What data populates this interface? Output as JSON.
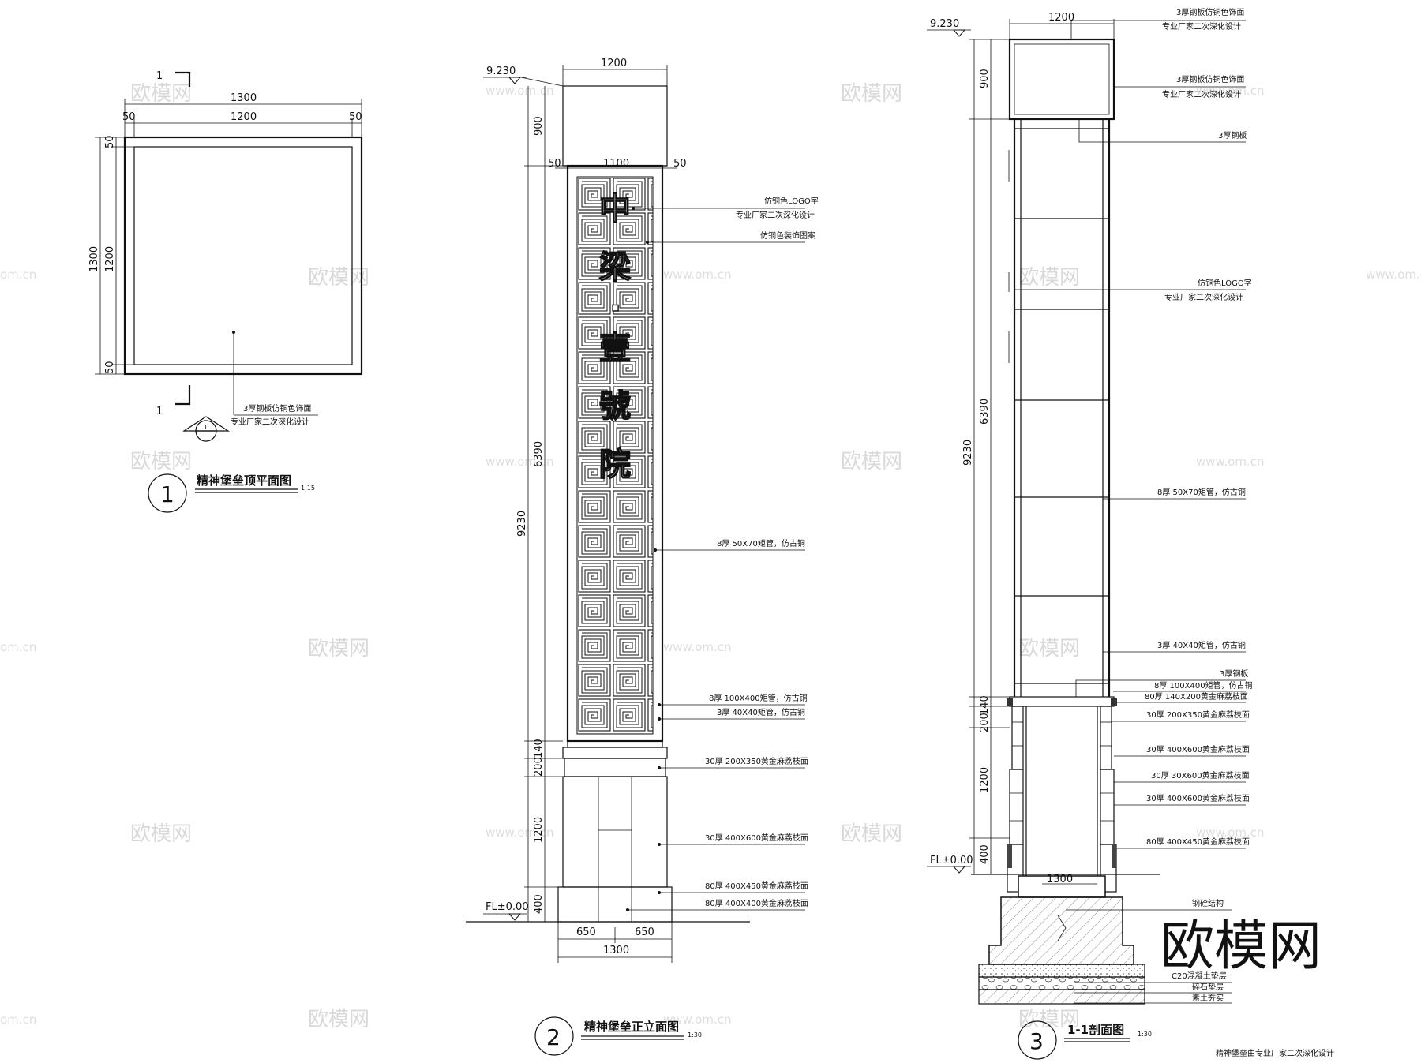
{
  "watermarks": {
    "brand": "欧模网",
    "url": "www.om.cn",
    "url_short": "om.cn",
    "corner_logo": "欧模网"
  },
  "plan": {
    "section_mark": "1",
    "dim_1300": "1300",
    "dim_1200": "1200",
    "dim_50": "50",
    "note_line1": "3厚钢板仿铜色饰面",
    "note_line2": "专业厂家二次深化设计",
    "view_no": "1",
    "title": "精神堡垒顶平面图",
    "scale": "1:15"
  },
  "elevation": {
    "level_top": "9.230",
    "level_floor": "FL±0.00",
    "dim_top_width": "1200",
    "dim_50": "50",
    "dim_1100": "1100",
    "dim_900": "900",
    "dim_6390": "6390",
    "dim_9230": "9230",
    "dim_140": "140",
    "dim_200": "200",
    "dim_1200": "1200",
    "dim_400": "400",
    "dim_650": "650",
    "dim_1300": "1300",
    "logo_chars": [
      "中",
      "梁",
      "·",
      "壹",
      "號",
      "院"
    ],
    "notes": [
      "仿铜色LOGO字",
      "专业厂家二次深化设计",
      "仿铜色装饰图案",
      "8厚 50X70矩管，仿古铜",
      "8厚 100X400矩管，仿古铜",
      "3厚 40X40矩管，仿古铜",
      "30厚 200X350黄金麻荔枝面",
      "30厚 400X600黄金麻荔枝面",
      "80厚 400X450黄金麻荔枝面",
      "80厚 400X400黄金麻荔枝面"
    ],
    "view_no": "2",
    "title": "精神堡垒正立面图",
    "scale": "1:30"
  },
  "section": {
    "level_top": "9.230",
    "level_floor": "FL±0.00",
    "dim_top_width": "1200",
    "dim_900": "900",
    "dim_6390": "6390",
    "dim_9230": "9230",
    "dim_140": "140",
    "dim_200": "200",
    "dim_1200": "1200",
    "dim_400": "400",
    "dim_1300": "1300",
    "notes": [
      "3厚钢板仿铜色饰面",
      "专业厂家二次深化设计",
      "3厚钢板仿铜色饰面",
      "专业厂家二次深化设计",
      "3厚钢板",
      "仿铜色LOGO字",
      "专业厂家二次深化设计",
      "8厚 50X70矩管，仿古铜",
      "3厚 40X40矩管，仿古铜",
      "3厚钢板",
      "8厚 100X400矩管，仿古铜",
      "80厚 140X200黄金麻荔枝面",
      "30厚 200X350黄金麻荔枝面",
      "30厚 400X600黄金麻荔枝面",
      "30厚 30X600黄金麻荔枝面",
      "30厚 400X600黄金麻荔枝面",
      "80厚 400X450黄金麻荔枝面",
      "钢砼结构",
      "C20混凝土垫层",
      "碎石垫层",
      "素土夯实"
    ],
    "view_no": "3",
    "title": "1-1剖面图",
    "scale": "1:30",
    "footer_note": "精神堡垒由专业厂家二次深化设计"
  }
}
